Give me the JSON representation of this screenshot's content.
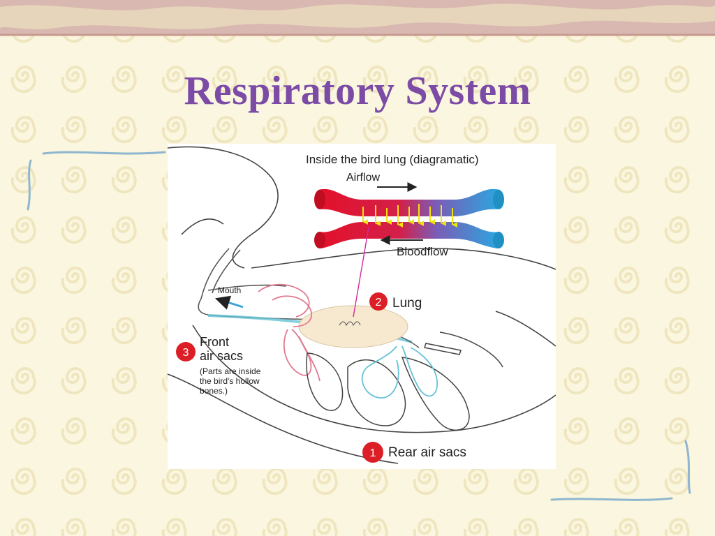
{
  "slide": {
    "title": "Respiratory System"
  },
  "diagram": {
    "inset_title": "Inside the bird lung (diagramatic)",
    "airflow_label": "Airflow",
    "bloodflow_label": "Bloodflow",
    "mouth_label": "Mouth",
    "markers": [
      {
        "number": "1",
        "label": "Rear air sacs"
      },
      {
        "number": "2",
        "label": "Lung"
      },
      {
        "number": "3",
        "label_line1": "Front",
        "label_line2": "air sacs",
        "note_line1": "(Parts are inside",
        "note_line2": "the bird's hollow",
        "note_line3": "bones.)"
      }
    ]
  },
  "colors": {
    "title": "#7b4ba6",
    "air": "#e3112a",
    "blood": "#2aa7e0",
    "marker": "#dc1f26",
    "airway_blue": "#64c3d6",
    "front_sac_pink": "#e07a90"
  }
}
